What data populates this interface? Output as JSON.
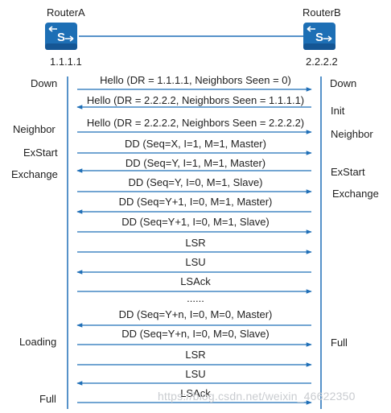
{
  "routers": {
    "left": {
      "name": "RouterA",
      "ip": "1.1.1.1"
    },
    "right": {
      "name": "RouterB",
      "ip": "2.2.2.2"
    },
    "icon_letter": "S"
  },
  "colors": {
    "line": "#1f6fb7",
    "icon_bg": "#1d6fb5",
    "text": "#222222",
    "watermark": "#c9ccd0"
  },
  "left_states": [
    "Down",
    "Neighbor",
    "ExStart",
    "Exchange",
    "Loading",
    "Full"
  ],
  "right_states": [
    "Down",
    "Init",
    "Neighbor",
    "ExStart",
    "Exchange",
    "Full"
  ],
  "messages": [
    {
      "text": "Hello (DR = 1.1.1.1, Neighbors Seen = 0)",
      "dir": "right"
    },
    {
      "text": "Hello (DR = 2.2.2.2, Neighbors Seen = 1.1.1.1)",
      "dir": "left"
    },
    {
      "text": "Hello (DR = 2.2.2.2, Neighbors Seen = 2.2.2.2)",
      "dir": "right"
    },
    {
      "text": "DD (Seq=X, I=1, M=1, Master)",
      "dir": "right"
    },
    {
      "text": "DD (Seq=Y, I=1, M=1, Master)",
      "dir": "left"
    },
    {
      "text": "DD (Seq=Y, I=0, M=1, Slave)",
      "dir": "right"
    },
    {
      "text": "DD (Seq=Y+1, I=0, M=1, Master)",
      "dir": "left"
    },
    {
      "text": "DD (Seq=Y+1, I=0, M=1, Slave)",
      "dir": "right"
    },
    {
      "text": "LSR",
      "dir": "right"
    },
    {
      "text": "LSU",
      "dir": "left"
    },
    {
      "text": "LSAck",
      "dir": "right"
    },
    {
      "text": "......",
      "dir": "none"
    },
    {
      "text": "DD (Seq=Y+n, I=0, M=0, Master)",
      "dir": "left"
    },
    {
      "text": "DD (Seq=Y+n, I=0, M=0, Slave)",
      "dir": "right"
    },
    {
      "text": "LSR",
      "dir": "right"
    },
    {
      "text": "LSU",
      "dir": "left"
    },
    {
      "text": "LSAck",
      "dir": "right"
    }
  ],
  "watermark": "https://blog.csdn.net/weixin_46622350"
}
